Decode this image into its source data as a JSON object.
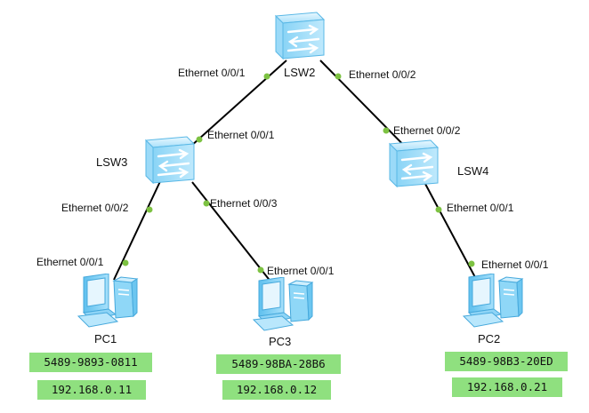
{
  "colors": {
    "tag_background": "#8fe07f",
    "link": "#000000",
    "port_dot": "#7dc242",
    "device_blue": "#5fc0ee"
  },
  "devices": {
    "lsw2": {
      "label": "LSW2",
      "icon": "switch-icon"
    },
    "lsw3": {
      "label": "LSW3",
      "icon": "switch-icon"
    },
    "lsw4": {
      "label": "LSW4",
      "icon": "switch-icon"
    },
    "pc1": {
      "label": "PC1",
      "icon": "pc-icon",
      "mac": "5489-9893-0811",
      "ip": "192.168.0.11"
    },
    "pc3": {
      "label": "PC3",
      "icon": "pc-icon",
      "mac": "5489-98BA-28B6",
      "ip": "192.168.0.12"
    },
    "pc2": {
      "label": "PC2",
      "icon": "pc-icon",
      "mac": "5489-98B3-20ED",
      "ip": "192.168.0.21"
    }
  },
  "links": [
    {
      "from": "lsw2",
      "from_port": "Ethernet 0/0/1",
      "to": "lsw3",
      "to_port": "Ethernet 0/0/1"
    },
    {
      "from": "lsw2",
      "from_port": "Ethernet 0/0/2",
      "to": "lsw4",
      "to_port": "Ethernet 0/0/2"
    },
    {
      "from": "lsw3",
      "from_port": "Ethernet 0/0/2",
      "to": "pc1",
      "to_port": "Ethernet 0/0/1"
    },
    {
      "from": "lsw3",
      "from_port": "Ethernet 0/0/3",
      "to": "pc3",
      "to_port": "Ethernet 0/0/1"
    },
    {
      "from": "lsw4",
      "from_port": "Ethernet 0/0/1",
      "to": "pc2",
      "to_port": "Ethernet 0/0/1"
    }
  ]
}
